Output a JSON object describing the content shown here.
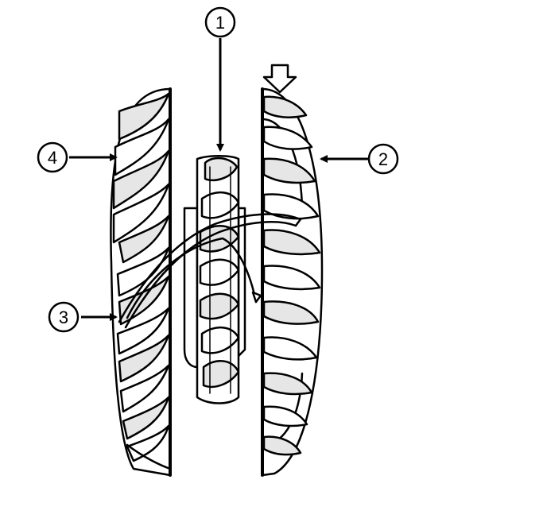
{
  "diagram": {
    "callouts": [
      {
        "number": "1"
      },
      {
        "number": "2"
      },
      {
        "number": "3"
      },
      {
        "number": "4"
      }
    ]
  },
  "colors": {
    "ink": "#000000",
    "paper": "#ffffff",
    "shade": "#e6e6e6"
  },
  "icons": {
    "flow": "hollow-down-arrow-icon"
  }
}
